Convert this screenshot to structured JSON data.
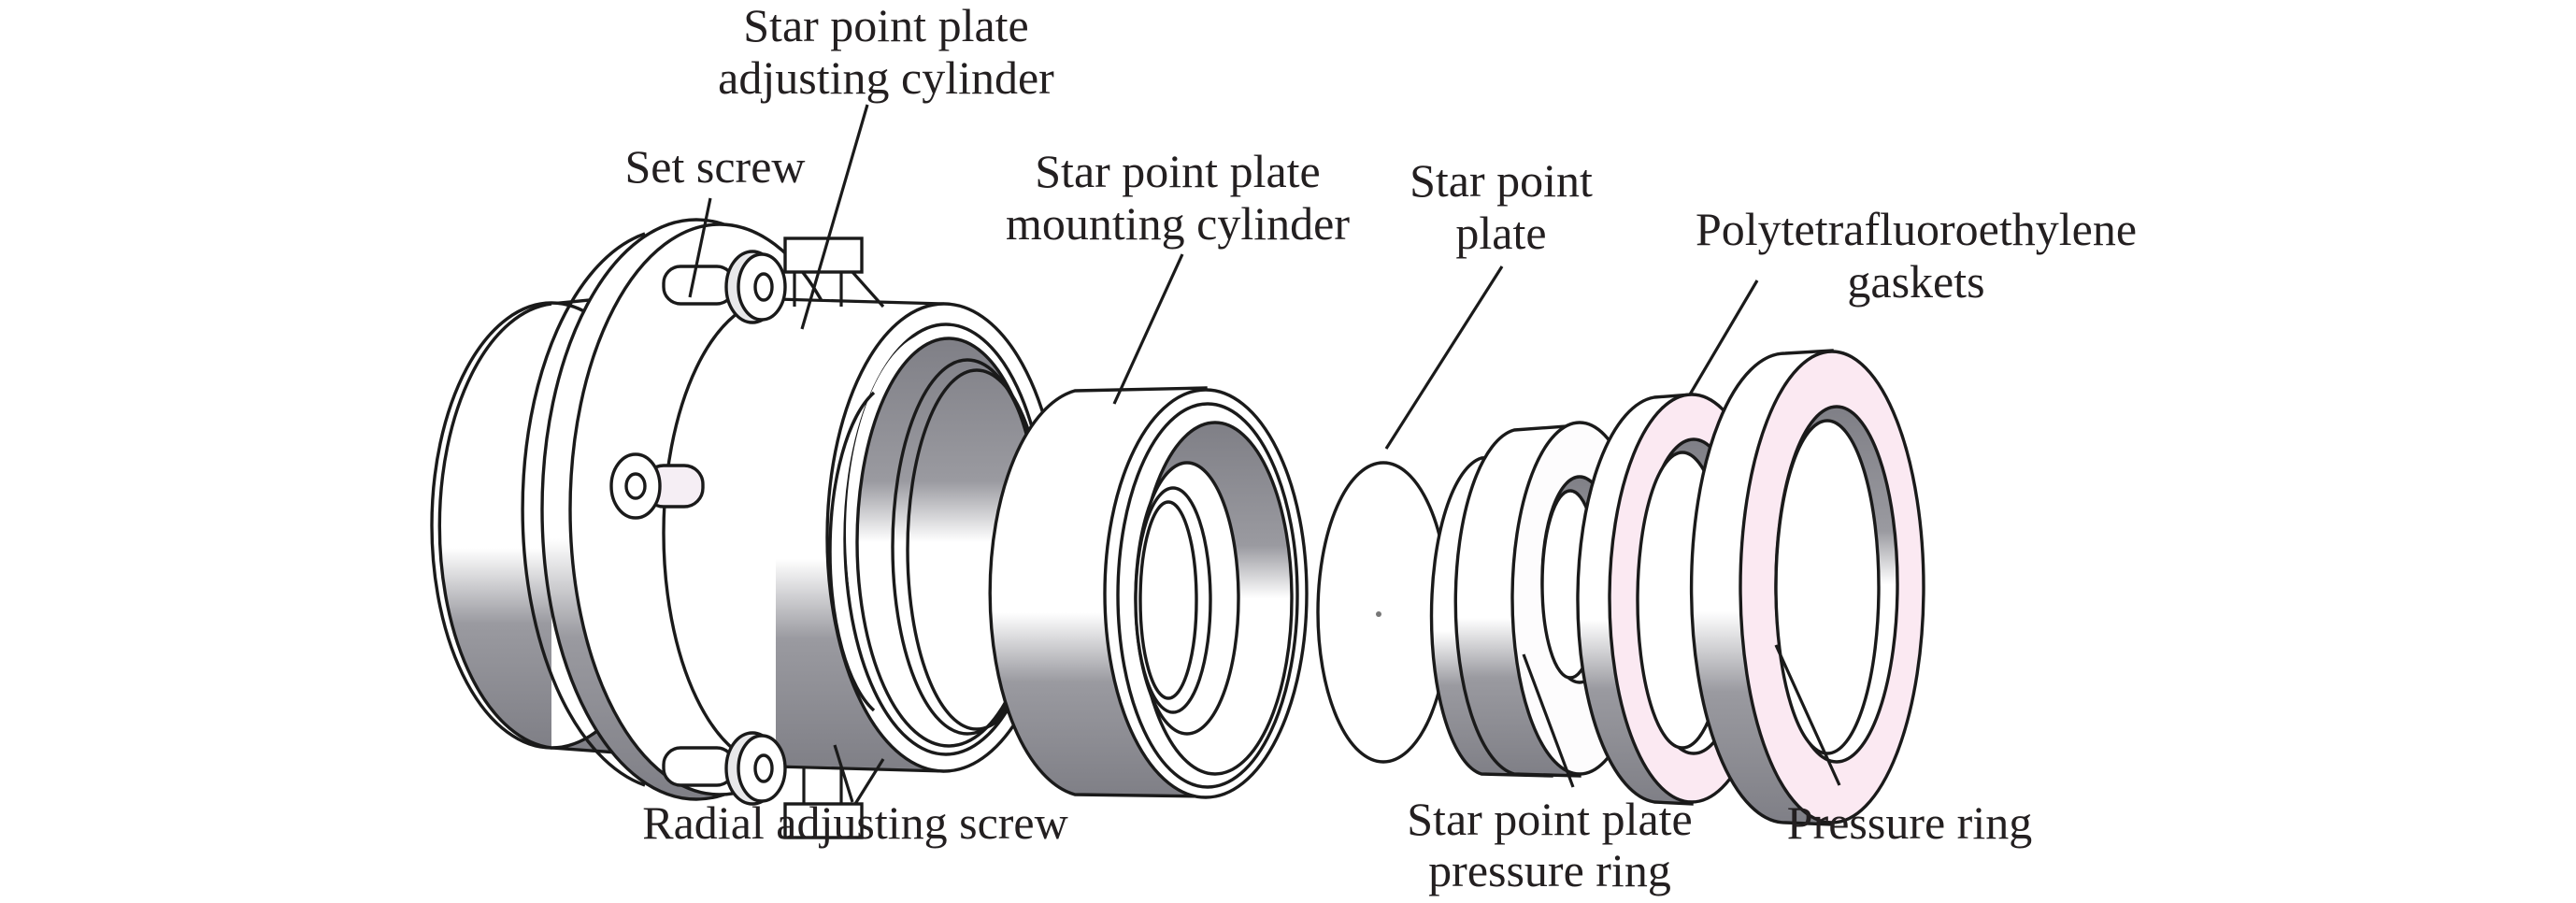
{
  "figure": {
    "type": "exploded assembly drawing",
    "colors": {
      "line": "#1a1a1a",
      "text": "#231f20",
      "shade_dark": "#8a8a90",
      "shade_light": "#ffffff",
      "gasket": "#fbe9f2"
    },
    "labels": {
      "adjusting_cylinder": {
        "line1": "Star point plate",
        "line2": "adjusting cylinder"
      },
      "set_screw": {
        "line1": "Set screw"
      },
      "mounting_cylinder": {
        "line1": "Star point plate",
        "line2": "mounting cylinder"
      },
      "star_point_plate": {
        "line1": "Star point",
        "line2": "plate"
      },
      "ptfe_gaskets": {
        "line1": "Polytetrafluoroethylene",
        "line2": "gaskets"
      },
      "radial_screw": {
        "line1": "Radial adjusting screw"
      },
      "plate_pressure_ring": {
        "line1": "Star point plate",
        "line2": "pressure ring"
      },
      "pressure_ring": {
        "line1": "Pressure ring"
      }
    }
  }
}
